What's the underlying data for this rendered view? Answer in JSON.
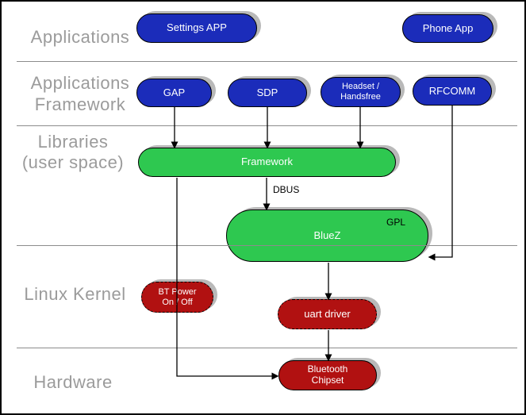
{
  "layers": [
    {
      "lines": [
        "Applications"
      ]
    },
    {
      "lines": [
        "Applications",
        "Framework"
      ]
    },
    {
      "lines": [
        "Libraries",
        "(user space)"
      ]
    },
    {
      "lines": [
        "Linux Kernel"
      ]
    },
    {
      "lines": [
        "Hardware"
      ]
    }
  ],
  "nodes": {
    "settings_app": {
      "label": "Settings APP"
    },
    "phone_app": {
      "label": "Phone App"
    },
    "gap": {
      "label": "GAP"
    },
    "sdp": {
      "label": "SDP"
    },
    "headset": {
      "lines": [
        "Headset /",
        "Handsfree"
      ]
    },
    "rfcomm": {
      "label": "RFCOMM"
    },
    "framework": {
      "label": "Framework"
    },
    "bluez": {
      "label": "BlueZ",
      "badge": "GPL"
    },
    "bt_power": {
      "lines": [
        "BT Power",
        "On / Off"
      ]
    },
    "uart_driver": {
      "label": "uart driver"
    },
    "bt_chipset": {
      "lines": [
        "Bluetooth",
        "Chipset"
      ]
    }
  },
  "edge_labels": {
    "dbus": "DBUS"
  },
  "colors": {
    "app_blue": "#1b2cba",
    "lib_green": "#2ec850",
    "kernel_red": "#b11111",
    "label_gray": "#9b9b9b",
    "divider_gray": "#8c8c8c",
    "shadow_gray": "#b9b9b9",
    "arrow_black": "#000000"
  }
}
